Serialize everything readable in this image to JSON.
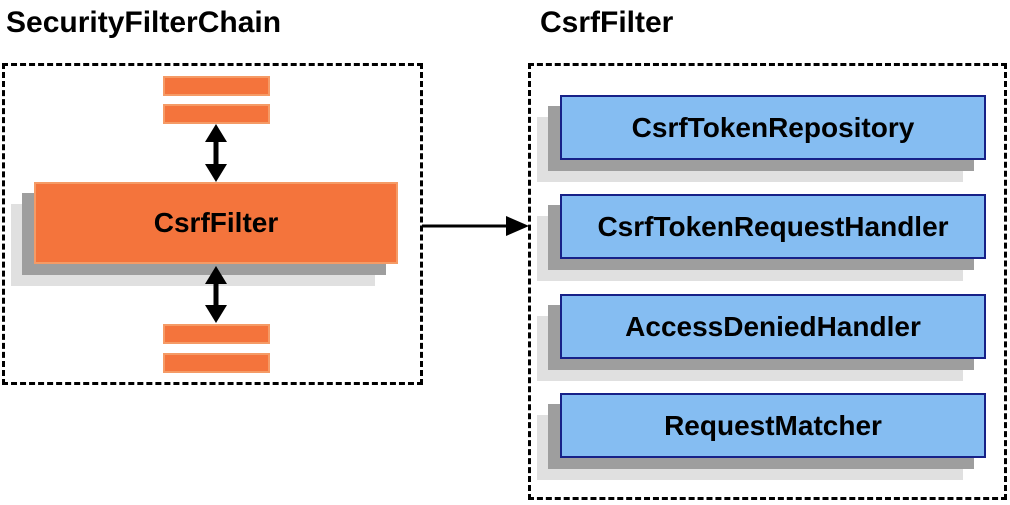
{
  "titles": {
    "left": "SecurityFilterChain",
    "right": "CsrfFilter"
  },
  "security_filter_chain": {
    "csrf_filter_label": "CsrfFilter"
  },
  "csrf_filter_components": [
    "CsrfTokenRepository",
    "CsrfTokenRequestHandler",
    "AccessDeniedHandler",
    "RequestMatcher"
  ],
  "icons": {
    "vertical_arrows": "double-headed-arrow",
    "horizontal_arrow": "right-arrow"
  },
  "colors": {
    "orange_fill": "#f4743c",
    "orange_border": "#f59b66",
    "blue_fill": "#85bdf2",
    "blue_border": "#172188",
    "shadow_dark": "#9e9e9e",
    "shadow_light": "#e0e0e0",
    "line_color": "#000000",
    "text_color": "#000000"
  }
}
